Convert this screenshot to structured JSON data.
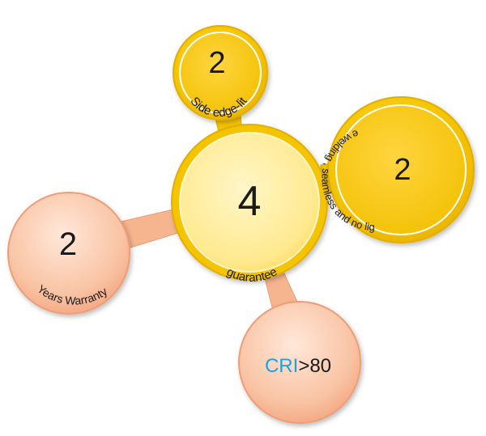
{
  "center": {
    "number": "4",
    "label": "guarantee"
  },
  "nodes": [
    {
      "id": "side-edge",
      "number": "2",
      "label": "Side edge-lit"
    },
    {
      "id": "welding",
      "number": "2",
      "label": "Double-side welding , seamless and no light leakage"
    },
    {
      "id": "warranty",
      "number": "2",
      "label": "Years Warranty"
    },
    {
      "id": "cri",
      "label_prefix": "CRI",
      "label_suffix": ">80"
    }
  ],
  "colors": {
    "gold": "#F5C400",
    "gold_light": "#FFE787",
    "center_fill": "#FFEE9E",
    "peach": "#F7B58F",
    "peach_light": "#FFE3D3",
    "cri_blue": "#1DA1E0",
    "text": "#1A1A1A"
  }
}
